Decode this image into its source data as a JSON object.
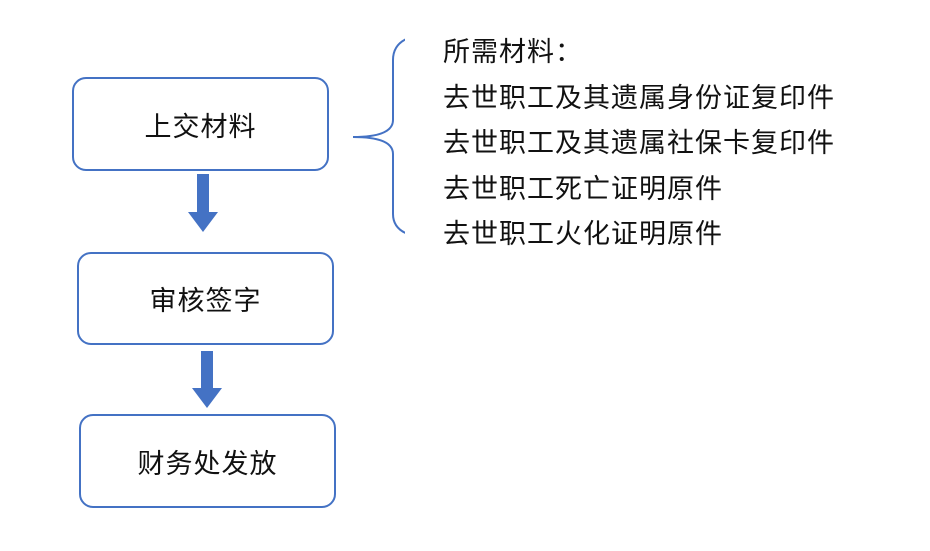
{
  "flow": {
    "steps": [
      {
        "label": "上交材料"
      },
      {
        "label": "审核签字"
      },
      {
        "label": "财务处发放"
      }
    ]
  },
  "materials": {
    "title": "所需材料：",
    "items": [
      "去世职工及其遗属身份证复印件",
      "去世职工及其遗属社保卡复印件",
      "去世职工死亡证明原件",
      "去世职工火化证明原件"
    ]
  },
  "colors": {
    "box_border": "#4472c4",
    "arrow_fill": "#4472c4",
    "brace_stroke": "#4472c4",
    "text": "#111111"
  }
}
